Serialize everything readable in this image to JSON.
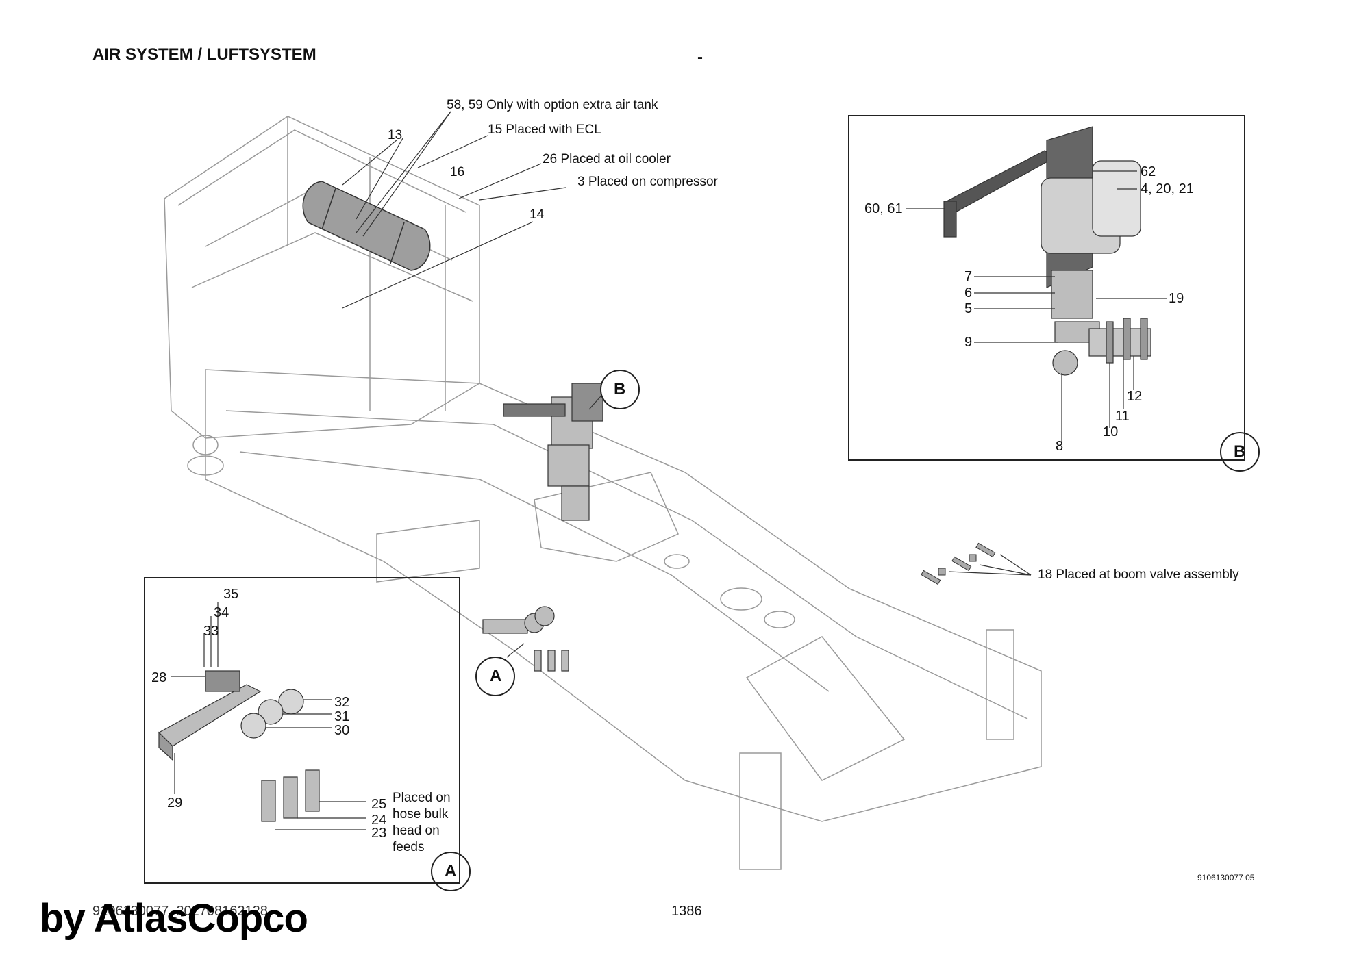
{
  "header": {
    "title": "AIR SYSTEM / LUFTSYSTEM",
    "dash": "-"
  },
  "main_callouts": {
    "c58_59": "58, 59  Only with option extra air tank",
    "c15": "15  Placed with ECL",
    "c26": "26  Placed at oil cooler",
    "c3": "3   Placed on compressor",
    "c13": "13",
    "c16": "16",
    "c14": "14",
    "c18": "18  Placed at boom valve assembly",
    "view_b_marker": "B",
    "view_a_marker": "A"
  },
  "detail_b": {
    "corner_label": "B",
    "labels": {
      "l62": "62",
      "l4_20_21": "4, 20, 21",
      "l60_61": "60, 61",
      "l7": "7",
      "l6": "6",
      "l5": "5",
      "l19": "19",
      "l9": "9",
      "l12": "12",
      "l11": "11",
      "l10": "10",
      "l8": "8"
    }
  },
  "detail_a": {
    "corner_label": "A",
    "labels": {
      "l35": "35",
      "l34": "34",
      "l33": "33",
      "l28": "28",
      "l32": "32",
      "l31": "31",
      "l30": "30",
      "l29": "29",
      "l25": "25",
      "l24": "24",
      "l23": "23"
    },
    "note": "Placed on hose bulk head on feeds"
  },
  "footer": {
    "doc_number": "9106130077 05",
    "page_number": "1386",
    "file_id": "9106130077_202708162128",
    "watermark": "by AtlasCopco"
  },
  "colors": {
    "line": "#333333",
    "part_fill": "#bdbdbd",
    "frame_line": "#9a9a9a"
  }
}
